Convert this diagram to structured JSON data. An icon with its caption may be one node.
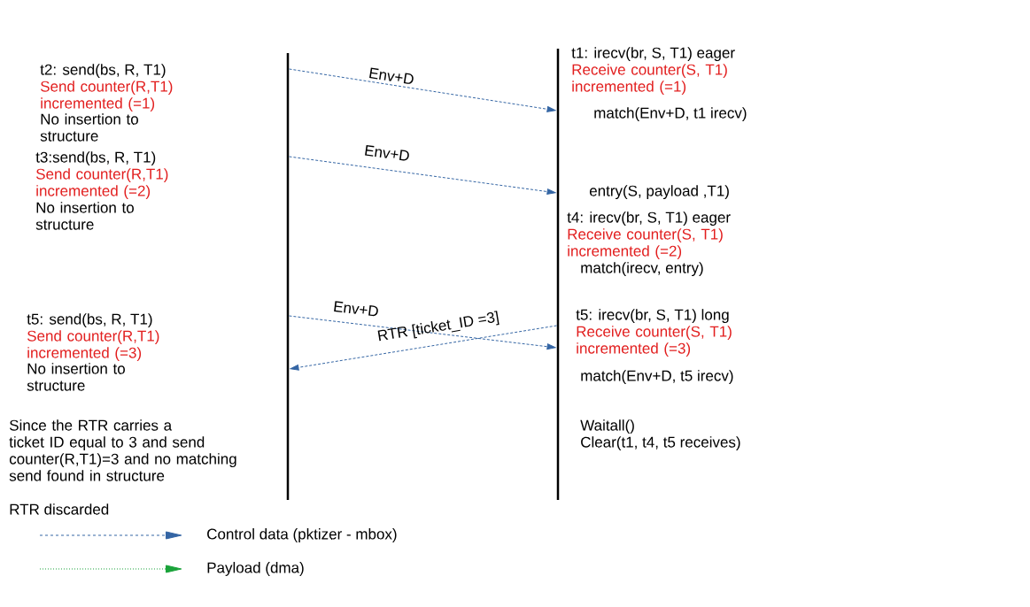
{
  "diagram": {
    "nodes": [
      {
        "text": [],
        "shape": "bar"
      },
      {
        "text": [],
        "shape": "bar"
      }
    ],
    "edges": [
      {
        "from": 0,
        "to": 1,
        "arrow": "to",
        "label": "Env+D",
        "style": "dashed"
      },
      {
        "from": 0,
        "to": 1,
        "arrow": "to",
        "label": "Env+D",
        "style": "dashed"
      },
      {
        "from": 0,
        "to": 1,
        "arrow": "to",
        "label": "Env+D",
        "style": "dashed"
      },
      {
        "from": 1,
        "to": 0,
        "arrow": "to",
        "label": "RTR [ticket_ID =3]",
        "style": "dashed"
      }
    ],
    "labels": [
      "t1: irecv(br, S, T1) eager",
      "Receive counter(S, T1) incremented (=1)",
      "t2: send(bs, R, T1)",
      "Send counter(R,T1) incremented (=1)",
      "match(Env+D, t1 irecv)",
      "No insertion to structure",
      "t3:send(bs, R, T1)",
      "Send counter(R,T1) incremented (=2)",
      "entry(S, payload ,T1)",
      "No insertion to structure",
      "t4: irecv(br, S, T1) eager",
      "Receive counter(S, T1) incremented (=2)",
      "match(irecv, entry)",
      "t5: irecv(br, S, T1) long",
      "t5: send(bs, R, T1)",
      "Receive counter(S, T1) incremented (=3)",
      "Send counter(R,T1) incremented (=3)",
      "No insertion to structure",
      "match(Env+D, t5 irecv)",
      "Since the RTR carries a ticket ID equal to 3 and send counter(R,T1)=3 and no matching send found in structure",
      "RTR discarded",
      "Waitall()",
      "Clear(t1, t4, t5 receives)"
    ],
    "legend": [
      {
        "text": "Control data (pktizer - mbox)"
      },
      {
        "text": "Payload (dma)"
      }
    ]
  }
}
